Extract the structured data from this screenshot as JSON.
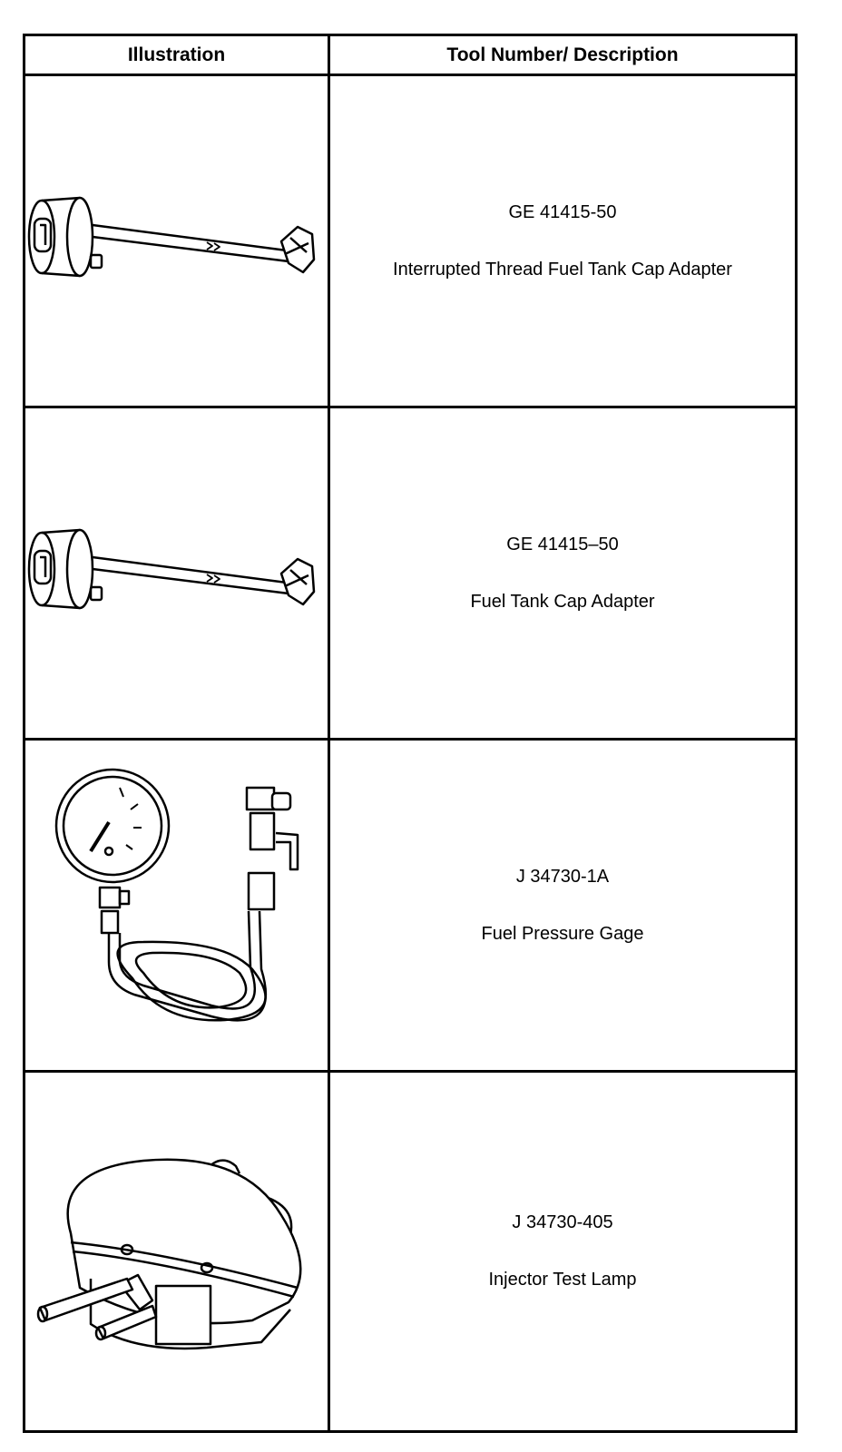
{
  "table": {
    "headers": [
      "Illustration",
      "Tool Number/ Description"
    ],
    "rows": [
      {
        "number": "GE 41415-50",
        "description": "Interrupted Thread Fuel Tank Cap Adapter",
        "icon": "cap-adapter-icon"
      },
      {
        "number": "GE 41415–50",
        "description": "Fuel Tank Cap Adapter",
        "icon": "cap-adapter-icon"
      },
      {
        "number": "J 34730-1A",
        "description": "Fuel Pressure Gage",
        "icon": "pressure-gage-icon"
      },
      {
        "number": "J 34730-405",
        "description": "Injector Test Lamp",
        "icon": "test-lamp-icon"
      }
    ]
  }
}
